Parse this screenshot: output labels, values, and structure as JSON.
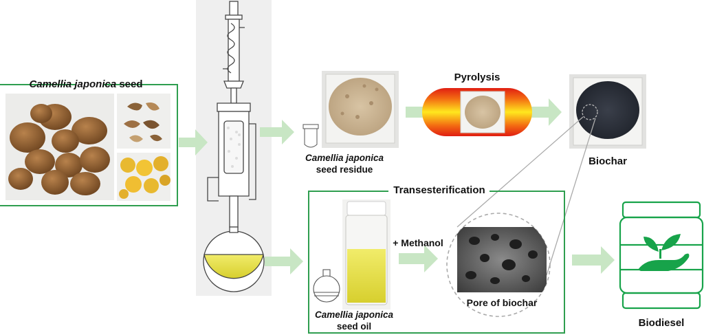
{
  "seed": {
    "title_italic": "Camellia japonica",
    "title_rest": " seed"
  },
  "residue": {
    "line1": "Camellia japonica",
    "line2": "seed residue"
  },
  "pyrolysis": {
    "label": "Pyrolysis"
  },
  "biochar": {
    "label": "Biochar"
  },
  "transesterification": {
    "label": "Transesterification"
  },
  "oil": {
    "line1": "Camellia japonica",
    "line2": "seed oil"
  },
  "methanol": {
    "label": "+ Methanol"
  },
  "pore": {
    "label": "Pore of biochar"
  },
  "biodiesel": {
    "label": "Biodiesel"
  },
  "colors": {
    "frame_green": "#2e9e4f",
    "arrow_green": "#c8e6c4",
    "oil_yellow": "#e8e24a",
    "biodiesel_green": "#17a34a"
  }
}
